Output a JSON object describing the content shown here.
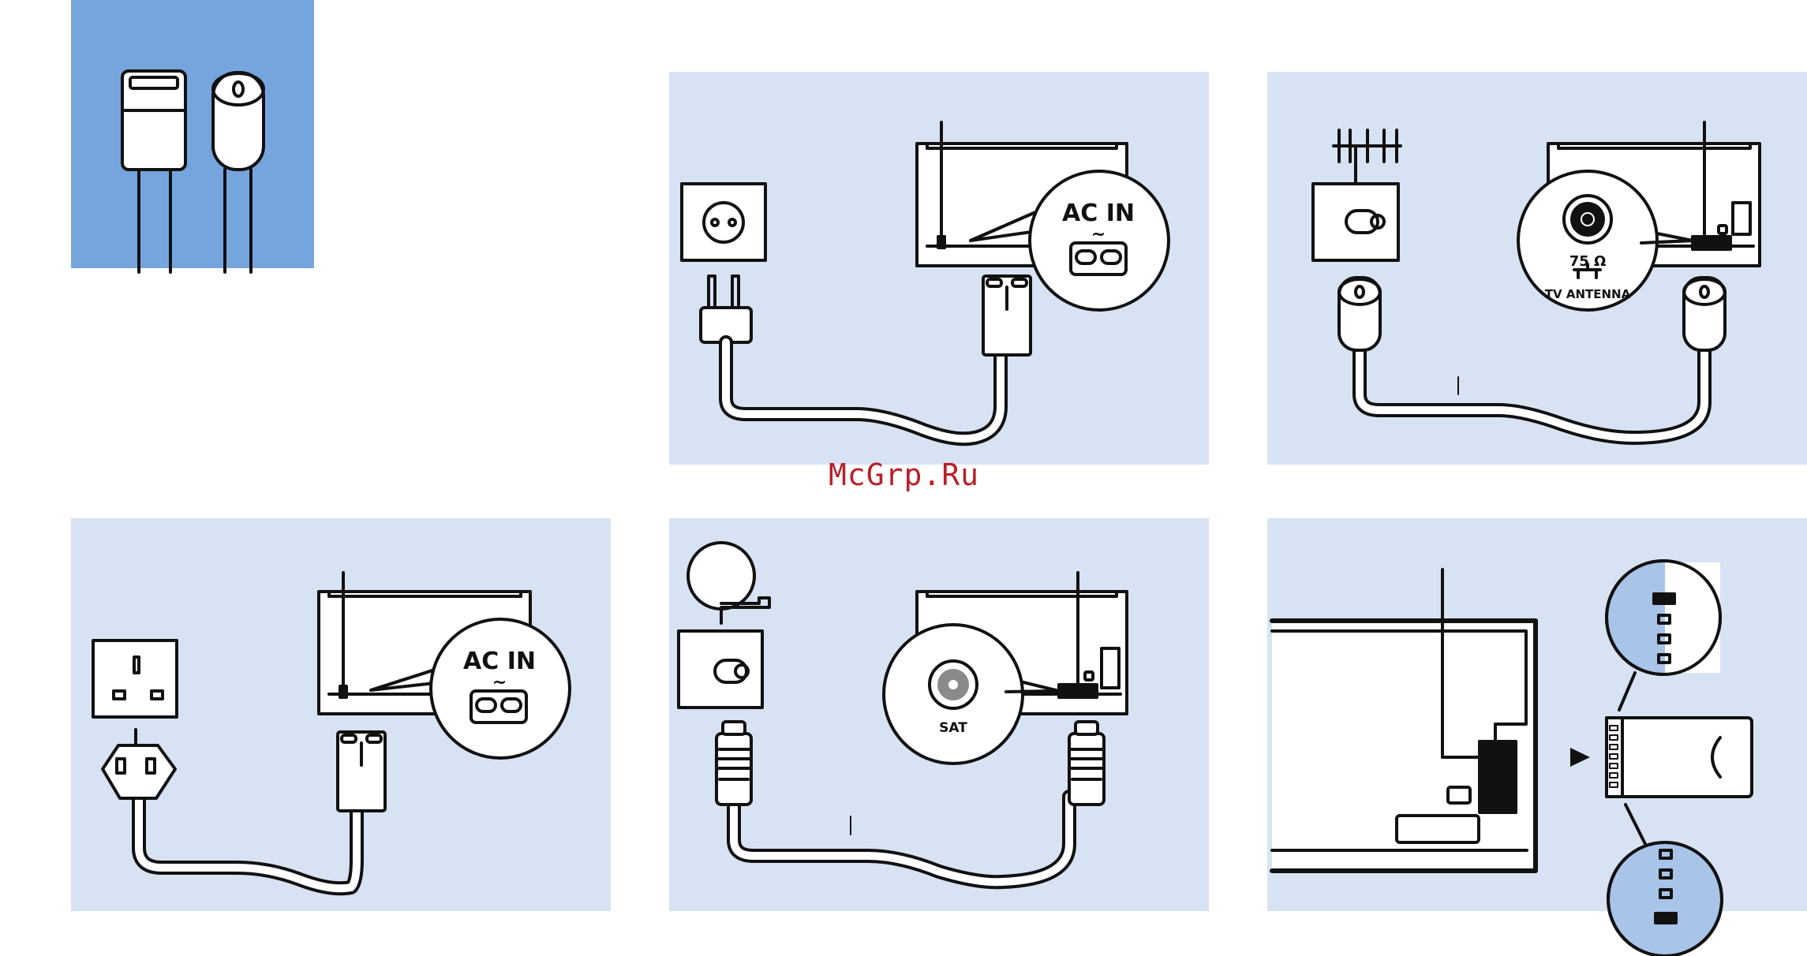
{
  "watermark": "McGrp.Ru",
  "colors": {
    "panel": "#d7e3f3",
    "header_block": "#76a5de",
    "stroke": "#111111",
    "fill": "#ffffff",
    "watermark": "#b8202a"
  },
  "panels": [
    {
      "id": "cable-types",
      "kind": "header"
    },
    {
      "id": "power-eu",
      "label": "AC IN",
      "symbol": "~"
    },
    {
      "id": "antenna",
      "label_value": "75 Ω",
      "label_port": "TV ANTENNA"
    },
    {
      "id": "power-uk",
      "label": "AC IN",
      "symbol": "~"
    },
    {
      "id": "satellite",
      "label": "SAT"
    },
    {
      "id": "ci-module"
    }
  ]
}
